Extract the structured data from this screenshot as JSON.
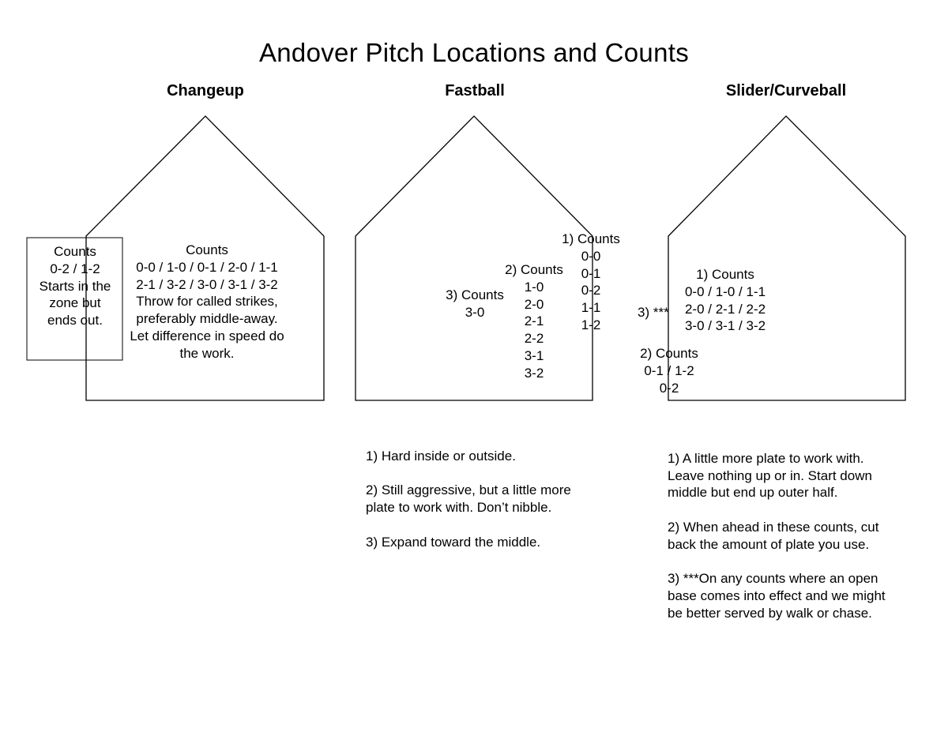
{
  "title": "Andover Pitch Locations and Counts",
  "changeup": {
    "heading": "Changeup",
    "box": [
      "Counts",
      "0-2 / 1-2",
      "Starts in the",
      "zone but",
      "ends out."
    ],
    "main": [
      "Counts",
      "0-0 / 1-0 / 0-1 / 2-0 / 1-1",
      "2-1 / 3-2 / 3-0 / 3-1 / 3-2",
      "Throw for called strikes,",
      "preferably middle-away.",
      "Let difference in speed do",
      "the work."
    ]
  },
  "fastball": {
    "heading": "Fastball",
    "group1": [
      "1) Counts",
      "0-0",
      "0-1",
      "0-2",
      "1-1",
      "1-2"
    ],
    "group2": [
      "2) Counts",
      "1-0",
      "2-0",
      "2-1",
      "2-2",
      "3-1",
      "3-2"
    ],
    "group3": [
      "3) Counts",
      "3-0"
    ],
    "notes": [
      [
        "1) Hard inside or outside."
      ],
      [
        "2) Still aggressive, but a little more",
        "plate to work with. Don’t nibble."
      ],
      [
        "3) Expand toward the middle."
      ]
    ]
  },
  "slider": {
    "heading": "Slider/Curveball",
    "group1": [
      "1) Counts",
      "0-0 / 1-0 / 1-1",
      "2-0 / 2-1 / 2-2",
      "3-0 / 3-1 / 3-2"
    ],
    "group2": [
      "2) Counts",
      "0-1 / 1-2",
      "0-2"
    ],
    "group3": "3) ***",
    "notes": [
      [
        "1) A little more plate to work with.",
        "Leave nothing up or in. Start down",
        "middle but end up outer half."
      ],
      [
        "2) When ahead in these counts, cut",
        "back the amount of plate you use."
      ],
      [
        "3) ***On any counts where an open",
        "base comes into effect and we might",
        "be better served by walk or chase."
      ]
    ]
  }
}
